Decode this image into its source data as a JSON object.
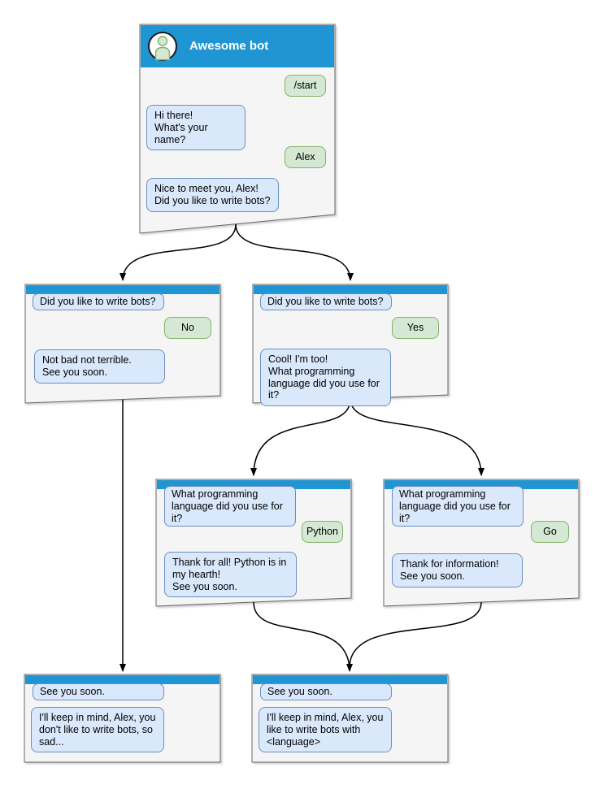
{
  "diagram_type": "chatbot-conversation-flow",
  "colors": {
    "header_blue": "#2095d3",
    "box_fill": "#f5f5f5",
    "box_border": "#666666",
    "bot_bubble_fill": "#dae8fc",
    "bot_bubble_border": "#6c8ebf",
    "user_bubble_fill": "#d5e8d4",
    "user_bubble_border": "#82b366",
    "edge_color": "#000000"
  },
  "main_window": {
    "title": "Awesome bot",
    "avatar_icon": "person-icon",
    "messages": [
      {
        "side": "right",
        "text": "/start"
      },
      {
        "side": "left",
        "text": "Hi there!\nWhat's your name?"
      },
      {
        "side": "right",
        "text": "Alex"
      },
      {
        "side": "left",
        "text": "Nice to meet you, Alex!\nDid you like to write bots?"
      }
    ]
  },
  "branch_no": {
    "messages": [
      {
        "side": "left",
        "text": "Did you like to write bots?"
      },
      {
        "side": "right",
        "text": "No"
      },
      {
        "side": "left",
        "text": "Not bad not terrible.\nSee you soon."
      }
    ]
  },
  "branch_yes": {
    "messages": [
      {
        "side": "left",
        "text": "Did you like to write bots?"
      },
      {
        "side": "right",
        "text": "Yes"
      },
      {
        "side": "left",
        "text": "Cool! I'm too!\nWhat programming\nlanguage did you use for it?"
      }
    ]
  },
  "branch_python": {
    "messages": [
      {
        "side": "left",
        "text": "What programming\nlanguage did you use for it?"
      },
      {
        "side": "right",
        "text": "Python"
      },
      {
        "side": "left",
        "text": "Thank for all! Python is in\nmy hearth!\nSee you soon."
      }
    ]
  },
  "branch_go": {
    "messages": [
      {
        "side": "left",
        "text": "What programming\nlanguage did you use for it?"
      },
      {
        "side": "right",
        "text": "Go"
      },
      {
        "side": "left",
        "text": "Thank for information!\nSee you soon."
      }
    ]
  },
  "final_no": {
    "messages": [
      {
        "side": "left",
        "text": "See you soon."
      },
      {
        "side": "left",
        "text": "I'll keep in mind, Alex, you\ndon't like to write bots, so\nsad..."
      }
    ]
  },
  "final_language": {
    "messages": [
      {
        "side": "left",
        "text": "See you soon."
      },
      {
        "side": "left",
        "text": "I'll keep in mind, Alex, you\nlike to write bots with\n<language>"
      }
    ]
  }
}
